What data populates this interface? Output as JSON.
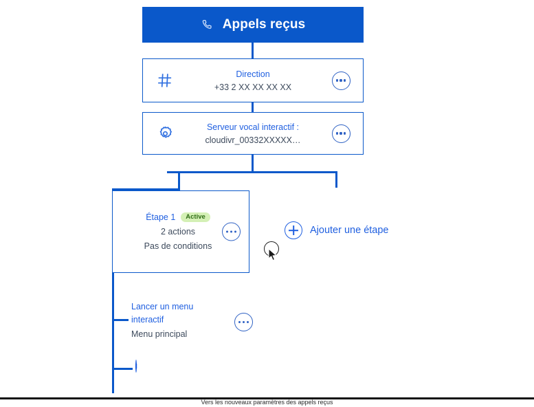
{
  "header": {
    "title": "Appels reçus",
    "icon": "phone-icon",
    "background": "#0a58ca",
    "text_color": "#ffffff"
  },
  "cards": [
    {
      "icon": "hash-icon",
      "title": "Direction",
      "subtitle": "+33 2 XX XX XX XX",
      "menu_label": "more-options"
    },
    {
      "icon": "gear-icon",
      "title": "Serveur vocal interactif :",
      "subtitle": "cloudivr_00332XXXXX…",
      "menu_label": "more-options"
    }
  ],
  "step": {
    "title": "Étape 1",
    "badge": "Active",
    "badge_bg": "#d4f0b5",
    "badge_color": "#2f6d16",
    "actions_line": "2 actions",
    "conditions_line": "Pas de conditions"
  },
  "add_step": {
    "label": "Ajouter une étape",
    "icon": "plus-circle-icon"
  },
  "action": {
    "title": "Lancer un menu interactif",
    "subtitle": "Menu principal",
    "menu_label": "more-options"
  },
  "add_action": {
    "icon": "plus-circle-icon"
  },
  "colors": {
    "accent": "#0a58ca",
    "link": "#1f5fe0",
    "muted": "#3d4a5c"
  },
  "bottom": {
    "strip_text": "Vers les nouveaux paramètres des appels reçus"
  }
}
